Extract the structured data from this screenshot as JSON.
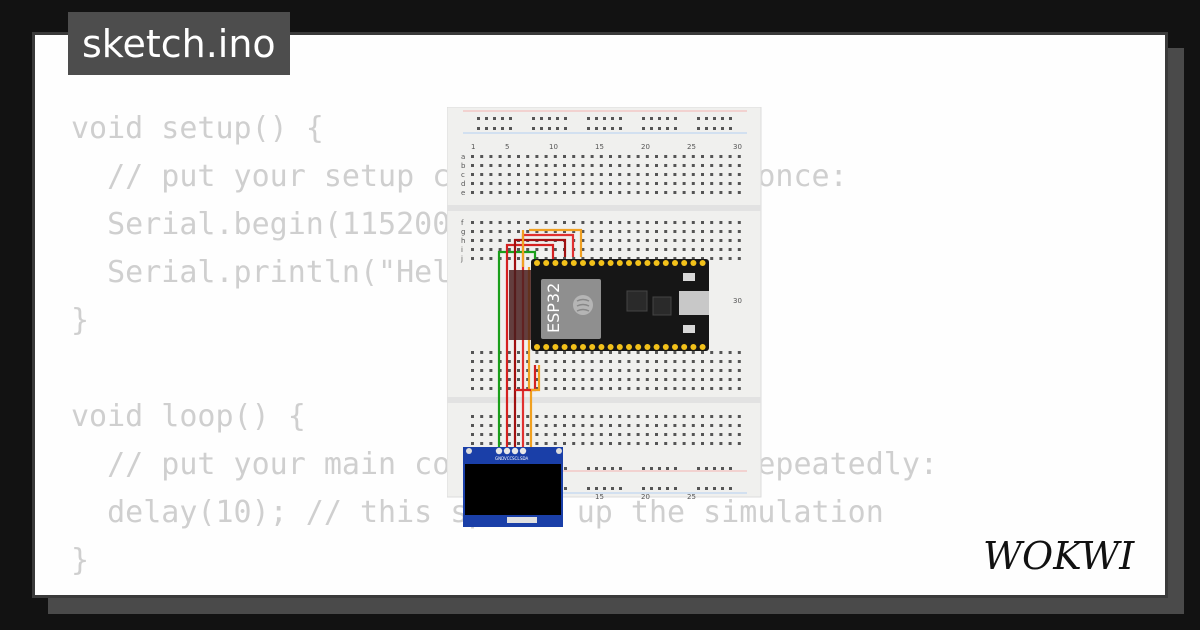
{
  "tab": {
    "filename": "sketch.ino"
  },
  "code_lines": [
    "void setup() {",
    "  // put your setup code here, to run once:",
    "  Serial.begin(115200);",
    "  Serial.println(\"Hello, ESP32!\");",
    "}",
    "",
    "void loop() {",
    "  // put your main code here, to run repeatedly:",
    "  delay(10); // this speeds up the simulation",
    "}"
  ],
  "circuit": {
    "board_label": "ESP32",
    "oled_pins": [
      "GND",
      "VCC",
      "SCL",
      "SDA"
    ],
    "breadboard_numbers": [
      "1",
      "5",
      "10",
      "15",
      "20",
      "25",
      "30"
    ],
    "breadboard_rows_top": [
      "a",
      "b",
      "c",
      "d",
      "e"
    ],
    "breadboard_rows_bottom": [
      "f",
      "g",
      "h",
      "i",
      "j"
    ]
  },
  "brand": {
    "logo_text": "WOKWI"
  },
  "colors": {
    "background": "#121212",
    "card": "#fefefe",
    "tab": "#4d4d4d",
    "code_text": "#cfcfcf",
    "wire_green": "#1a9e1a",
    "wire_red": "#d42020",
    "wire_darkred": "#a01010",
    "wire_orange": "#f0a020"
  }
}
